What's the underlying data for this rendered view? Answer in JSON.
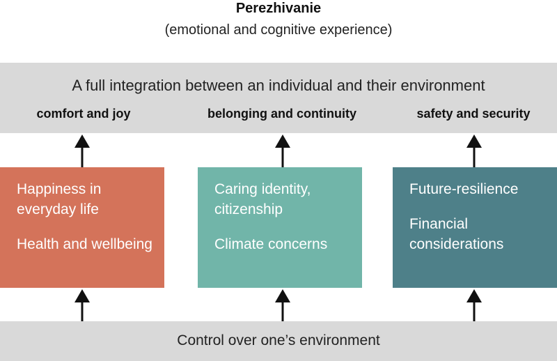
{
  "header": {
    "title": "Perezhivanie",
    "subtitle": "(emotional and cognitive experience)"
  },
  "top_band": {
    "statement": "A full integration between an individual and their environment",
    "outcomes": [
      "comfort and joy",
      "belonging and continuity",
      "safety and security"
    ]
  },
  "boxes": [
    {
      "items": [
        "Happiness in everyday life",
        "Health and wellbeing"
      ],
      "color": "#d4735a"
    },
    {
      "items": [
        "Caring identity, citizenship",
        "Climate concerns"
      ],
      "color": "#71b5a9"
    },
    {
      "items": [
        "Future-resilience",
        "Financial considerations"
      ],
      "color": "#4e8089"
    }
  ],
  "bottom_band": {
    "statement": "Control over one’s environment"
  },
  "colors": {
    "band": "#d9d9d9",
    "arrow": "#111111"
  }
}
